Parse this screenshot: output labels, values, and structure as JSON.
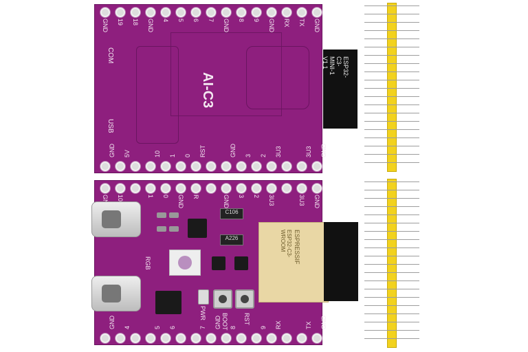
{
  "top_board": {
    "title": "AI-C3",
    "top_pin_labels": [
      "GND",
      "19",
      "18",
      "GND",
      "4",
      "5",
      "6",
      "7",
      "GND",
      "8",
      "9",
      "GND",
      "RX",
      "TX",
      "GND"
    ],
    "bottom_pin_labels": [
      "GND",
      "5V",
      "10",
      "1",
      "0",
      "RST",
      "GND",
      "3",
      "2",
      "3U3",
      "3U3",
      "GND"
    ],
    "side_labels": [
      "COM",
      "USB"
    ],
    "sticker_text": "ESP32-C3-MINI-1 V1.1"
  },
  "bottom_board": {
    "top_pin_labels": [
      "GND",
      "10",
      "1",
      "0",
      "GND",
      "R",
      "GND",
      "3",
      "2",
      "3U3",
      "3U3",
      "GND"
    ],
    "bottom_pin_labels": [
      "GND",
      "4",
      "5",
      "6",
      "7",
      "GND",
      "8",
      "9",
      "RX",
      "TX",
      "GND"
    ],
    "component_labels": [
      "C106",
      "A226",
      "RGB",
      "PWR",
      "BOOT",
      "RST"
    ],
    "module_text": [
      "ESPRESSIF",
      "ESP32-C3-WROOM"
    ]
  },
  "icons": {
    "usb": "usb-c-connector-icon",
    "button": "push-button-icon",
    "led": "rgb-led-icon"
  },
  "colors": {
    "pcb": "#8e1f7e",
    "header": "#f2d21e"
  }
}
